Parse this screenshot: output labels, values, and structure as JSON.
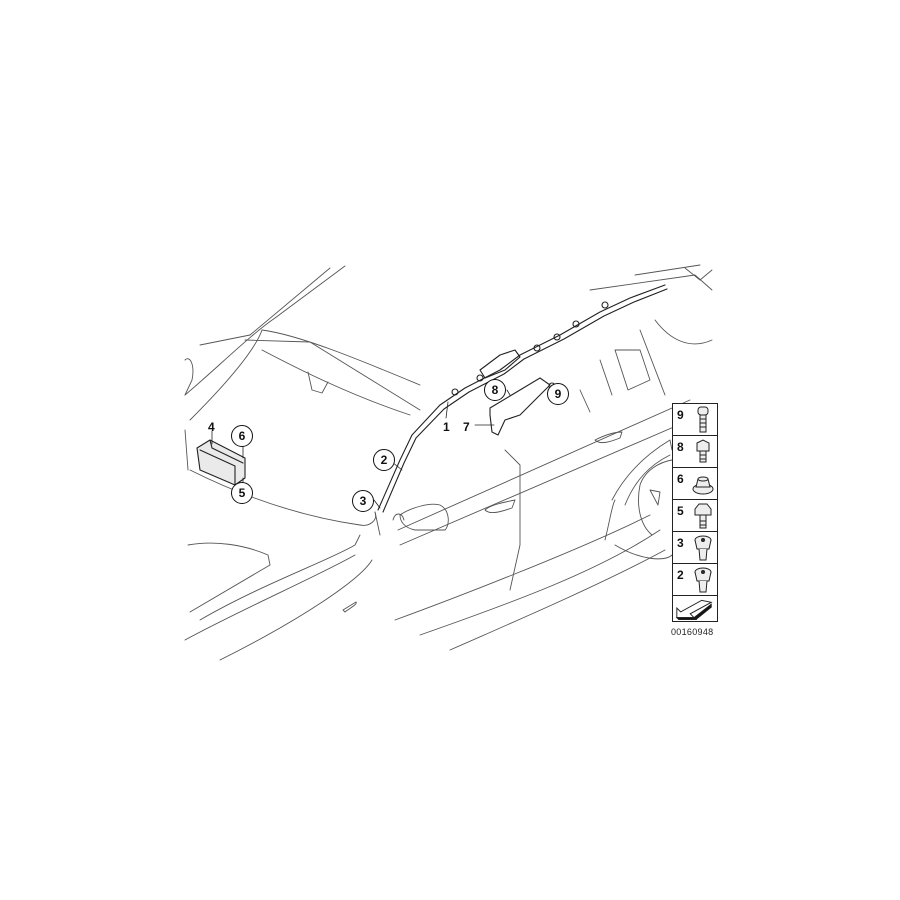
{
  "diagram": {
    "type": "exploded parts diagram",
    "subject": "Vehicle side and head airbag components (line drawing of car front-left / A-pillar / roof rail)",
    "diagram_number": "00160948",
    "line_color": "#333333",
    "background": "#ffffff"
  },
  "callouts": [
    {
      "id": "1",
      "label": "1",
      "style": "plain",
      "part": "head airbag / curtain tube along A-pillar and roof rail"
    },
    {
      "id": "2",
      "label": "2",
      "style": "circled",
      "part": "clip on A-pillar airbag"
    },
    {
      "id": "3",
      "label": "3",
      "style": "circled",
      "part": "clip at lower A-pillar end"
    },
    {
      "id": "4",
      "label": "4",
      "style": "plain",
      "part": "passenger airbag module"
    },
    {
      "id": "5",
      "label": "5",
      "style": "circled",
      "part": "hex bolt on airbag module"
    },
    {
      "id": "6",
      "label": "6",
      "style": "circled",
      "part": "hex nut on airbag module"
    },
    {
      "id": "7",
      "label": "7",
      "style": "plain",
      "part": "bracket"
    },
    {
      "id": "8",
      "label": "8",
      "style": "circled",
      "part": "bolt on bracket"
    },
    {
      "id": "9",
      "label": "9",
      "style": "circled",
      "part": "screw on bracket"
    }
  ],
  "legend": {
    "rows": [
      {
        "num": "9",
        "icon": "socket-head-screw-icon"
      },
      {
        "num": "8",
        "icon": "collar-bolt-icon"
      },
      {
        "num": "6",
        "icon": "hex-flange-nut-icon"
      },
      {
        "num": "5",
        "icon": "hex-bolt-icon"
      },
      {
        "num": "3",
        "icon": "push-clip-icon"
      },
      {
        "num": "2",
        "icon": "push-clip-icon"
      }
    ],
    "footer_icon": "direction-arrow-icon"
  }
}
